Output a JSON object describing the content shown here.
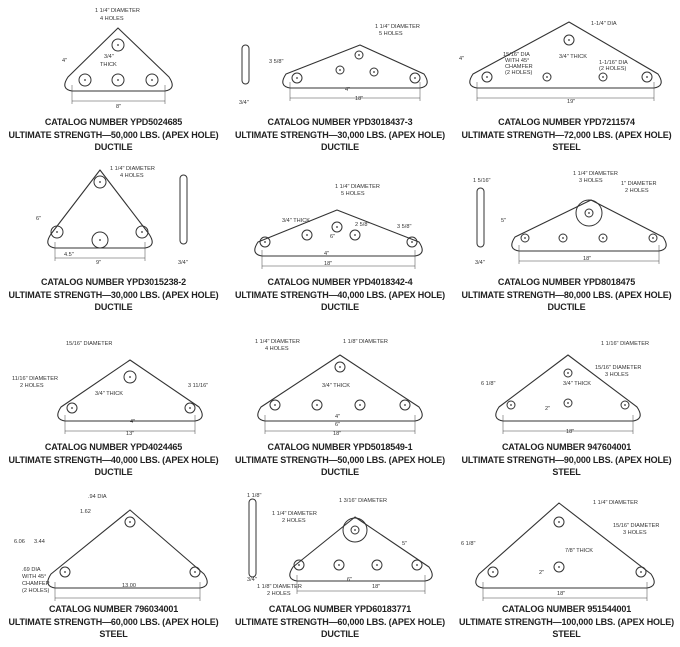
{
  "items": [
    {
      "catalog": "CATALOG NUMBER YPD5024685",
      "strength": "ULTIMATE STRENGTH—50,000 LBS. (APEX HOLE)",
      "material": "DUCTILE",
      "labels": [
        "1 1/4\" DIAMETER",
        "4 HOLES",
        "3/4\"",
        "THICK",
        "4\"",
        "8\""
      ]
    },
    {
      "catalog": "CATALOG NUMBER YPD3018437-3",
      "strength": "ULTIMATE STRENGTH—30,000 LBS. (APEX HOLE)",
      "material": "DUCTILE",
      "labels": [
        "1 1/4\" DIAMETER",
        "5 HOLES",
        "3 5/8\"",
        "3/4\"",
        "4\"",
        "18\""
      ]
    },
    {
      "catalog": "CATALOG NUMBER YPD7211574",
      "strength": "ULTIMATE STRENGTH—72,000 LBS. (APEX HOLE)",
      "material": "STEEL",
      "labels": [
        "1-1/4\" DIA",
        "3/4\" THICK",
        "15/16\" DIA",
        "WITH 45°",
        "CHAMFER",
        "(2 HOLES)",
        "1-1/16\" DIA",
        "(2 HOLES)",
        "4\"",
        "19\""
      ]
    },
    {
      "catalog": "CATALOG NUMBER YPD3015238-2",
      "strength": "ULTIMATE STRENGTH—30,000 LBS. (APEX HOLE)",
      "material": "DUCTILE",
      "labels": [
        "1 1/4\" DIAMETER",
        "4 HOLES",
        "6\"",
        "4.5\"",
        "9\"",
        "3/4\""
      ]
    },
    {
      "catalog": "CATALOG NUMBER YPD4018342-4",
      "strength": "ULTIMATE STRENGTH—40,000 LBS. (APEX HOLE)",
      "material": "DUCTILE",
      "labels": [
        "1 1/4\" DIAMETER",
        "5 HOLES",
        "3/4\" THICK",
        "2 5/8\"",
        "3 5/8\"",
        "6\"",
        "4\"",
        "18\""
      ]
    },
    {
      "catalog": "CATALOG NUMBER YPD8018475",
      "strength": "ULTIMATE STRENGTH—80,000 LBS. (APEX HOLE)",
      "material": "DUCTILE",
      "labels": [
        "1 1/4\" DIAMETER",
        "3 HOLES",
        "1\" DIAMETER",
        "2 HOLES",
        "1 5/16\"",
        "5\"",
        "3/4\"",
        "18\""
      ]
    },
    {
      "catalog": "CATALOG NUMBER YPD4024465",
      "strength": "ULTIMATE STRENGTH—40,000 LBS. (APEX HOLE)",
      "material": "DUCTILE",
      "labels": [
        "15/16\" DIAMETER",
        "11/16\" DIAMETER",
        "2 HOLES",
        "3/4\" THICK",
        "3 11/16\"",
        "4\"",
        "13\""
      ]
    },
    {
      "catalog": "CATALOG NUMBER YPD5018549-1",
      "strength": "ULTIMATE STRENGTH—50,000 LBS. (APEX HOLE)",
      "material": "DUCTILE",
      "labels": [
        "1 1/4\" DIAMETER",
        "4 HOLES",
        "1 1/8\" DIAMETER",
        "3/4\" THICK",
        "4\"",
        "6\"",
        "18\""
      ]
    },
    {
      "catalog": "CATALOG NUMBER 947604001",
      "strength": "ULTIMATE STRENGTH—90,000 LBS. (APEX HOLE)",
      "material": "STEEL",
      "labels": [
        "1 1/16\" DIAMETER",
        "15/16\" DIAMETER",
        "3 HOLES",
        "6 1/8\"",
        "3/4\" THICK",
        "2\"",
        "18\""
      ]
    },
    {
      "catalog": "CATALOG NUMBER 796034001",
      "strength": "ULTIMATE STRENGTH—60,000 LBS. (APEX HOLE)",
      "material": "STEEL",
      "labels": [
        ".94 DIA",
        "1.62",
        "6.06",
        "3.44",
        ".69 DIA",
        "WITH 45°",
        "CHAMFER",
        "(2 HOLES)",
        "13.00"
      ]
    },
    {
      "catalog": "CATALOG NUMBER YPD60183771",
      "strength": "ULTIMATE STRENGTH—60,000 LBS. (APEX HOLE)",
      "material": "DUCTILE",
      "labels": [
        "1 1/8\"",
        "3/4\"",
        "1 3/16\" DIAMETER",
        "1 1/4\" DIAMETER",
        "2 HOLES",
        "5\"",
        "6\"",
        "18\"",
        "1 1/8\" DIAMETER",
        "2 HOLES"
      ]
    },
    {
      "catalog": "CATALOG NUMBER 951544001",
      "strength": "ULTIMATE STRENGTH—100,000 LBS. (APEX HOLE)",
      "material": "STEEL",
      "labels": [
        "1 1/4\" DIAMETER",
        "15/16\" DIAMETER",
        "3 HOLES",
        "6 1/8\"",
        "7/8\" THICK",
        "2\"",
        "18\""
      ]
    }
  ]
}
